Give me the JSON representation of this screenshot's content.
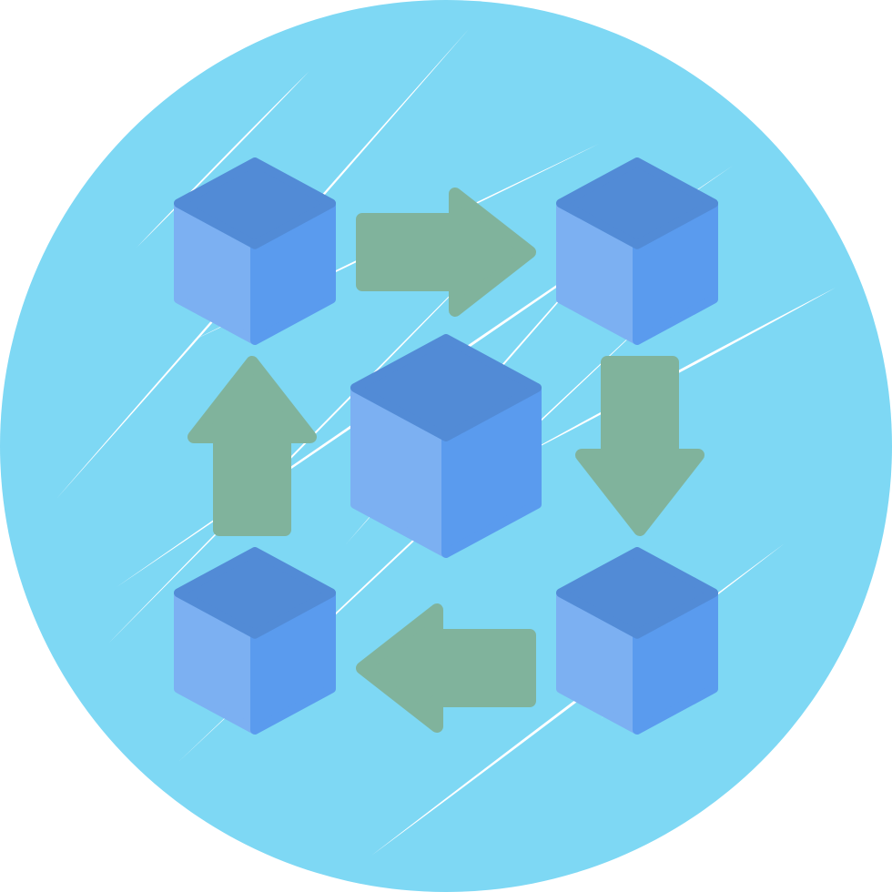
{
  "icon": {
    "subject": "cubes-cycle-icon",
    "colors": {
      "background_circle": "#7ED8F4",
      "highlight_streak": "#FFFFFF",
      "cube_top": "#528BD6",
      "cube_left": "#7CB0F2",
      "cube_right": "#5A9BEE",
      "arrow": "#80B39C"
    },
    "cubes": [
      "top-left",
      "top-right",
      "center",
      "bottom-left",
      "bottom-right"
    ],
    "arrows": [
      {
        "name": "arrow-right",
        "direction": "right"
      },
      {
        "name": "arrow-down",
        "direction": "down"
      },
      {
        "name": "arrow-left",
        "direction": "left"
      },
      {
        "name": "arrow-up",
        "direction": "up"
      }
    ]
  }
}
